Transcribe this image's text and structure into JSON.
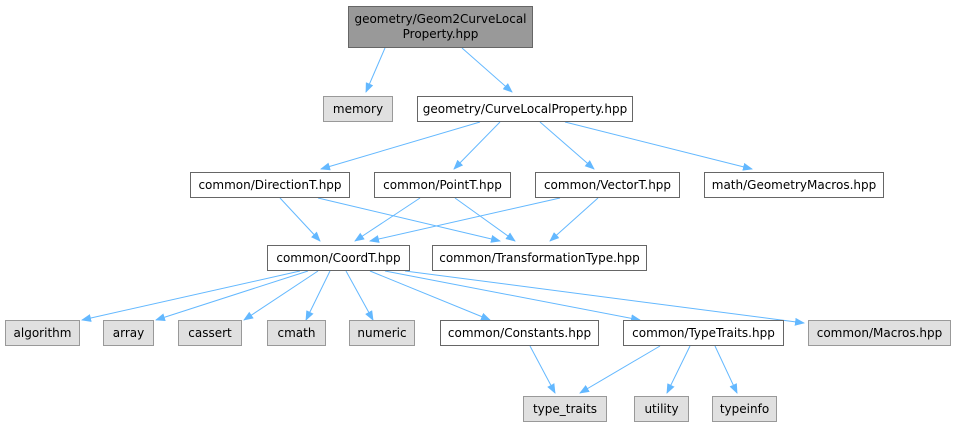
{
  "nodes": [
    {
      "id": "root",
      "label": "geometry/Geom2CurveLocal\nProperty.hpp"
    },
    {
      "id": "memory",
      "label": "memory"
    },
    {
      "id": "clp",
      "label": "geometry/CurveLocalProperty.hpp"
    },
    {
      "id": "dir",
      "label": "common/DirectionT.hpp"
    },
    {
      "id": "pt",
      "label": "common/PointT.hpp"
    },
    {
      "id": "vec",
      "label": "common/VectorT.hpp"
    },
    {
      "id": "gm",
      "label": "math/GeometryMacros.hpp"
    },
    {
      "id": "coord",
      "label": "common/CoordT.hpp"
    },
    {
      "id": "tt",
      "label": "common/TransformationType.hpp"
    },
    {
      "id": "alg",
      "label": "algorithm"
    },
    {
      "id": "arr",
      "label": "array"
    },
    {
      "id": "cas",
      "label": "cassert"
    },
    {
      "id": "cmath",
      "label": "cmath"
    },
    {
      "id": "num",
      "label": "numeric"
    },
    {
      "id": "const",
      "label": "common/Constants.hpp"
    },
    {
      "id": "ttr",
      "label": "common/TypeTraits.hpp"
    },
    {
      "id": "mac",
      "label": "common/Macros.hpp"
    },
    {
      "id": "typetraits",
      "label": "type_traits"
    },
    {
      "id": "util",
      "label": "utility"
    },
    {
      "id": "tinfo",
      "label": "typeinfo"
    }
  ],
  "colors": {
    "edge": "#63b8ff",
    "root_fill": "#999999",
    "system_fill": "#e0e0e0",
    "local_fill": "#ffffff"
  }
}
